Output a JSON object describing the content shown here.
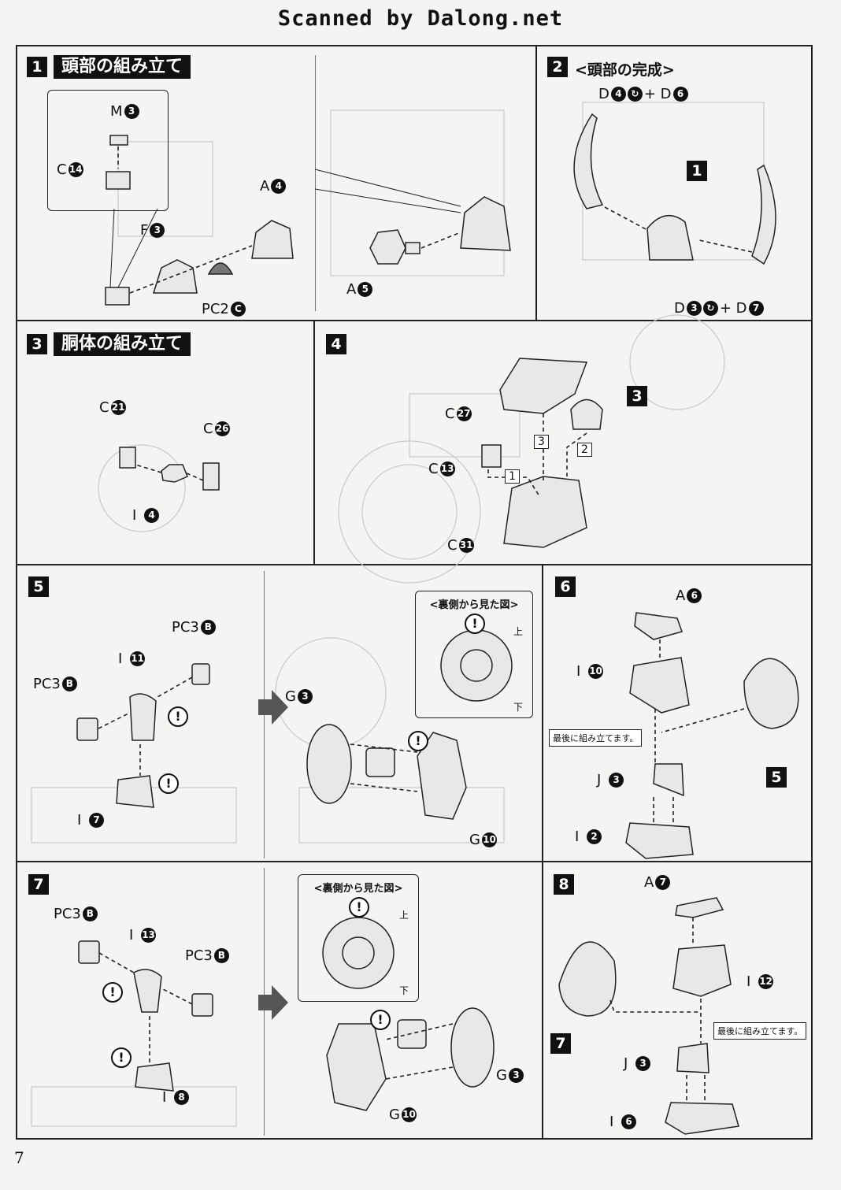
{
  "header": "Scanned by Dalong.net",
  "page_number": "7",
  "steps": {
    "s1": {
      "num": "1",
      "title": "頭部の組み立て"
    },
    "s2": {
      "num": "2",
      "title": "<頭部の完成>"
    },
    "s3": {
      "num": "3",
      "title": "胴体の組み立て"
    },
    "s4": {
      "num": "4"
    },
    "s5": {
      "num": "5"
    },
    "s6": {
      "num": "6"
    },
    "s7": {
      "num": "7"
    },
    "s8": {
      "num": "8"
    }
  },
  "back_view_title": "<裏側から見た図>",
  "top_label": "上",
  "bottom_label": "下",
  "assemble_last_note": "最後に組み立てます。",
  "warning_symbol": "!",
  "ref_labels": {
    "s2_head": "1",
    "s4_sub": "3",
    "s6_sub": "5",
    "s8_sub": "7",
    "s4_seq1": "1",
    "s4_seq2": "2",
    "s4_seq3": "3"
  },
  "parts": {
    "s1": [
      {
        "letter": "M",
        "num": "3"
      },
      {
        "letter": "C",
        "num": "14"
      },
      {
        "letter": "A",
        "num": "4"
      },
      {
        "letter": "F",
        "num": "3"
      },
      {
        "letter": "PC2",
        "num": "C"
      },
      {
        "letter": "A",
        "num": "5"
      }
    ],
    "s2": [
      {
        "letter": "D",
        "num": "4",
        "plus": "+ D",
        "num2": "6"
      },
      {
        "letter": "D",
        "num": "3",
        "plus": "+ D",
        "num2": "7"
      }
    ],
    "s3": [
      {
        "letter": "C",
        "num": "21"
      },
      {
        "letter": "C",
        "num": "26"
      },
      {
        "letter": "I",
        "num": "4"
      }
    ],
    "s4": [
      {
        "letter": "C",
        "num": "27"
      },
      {
        "letter": "C",
        "num": "13"
      },
      {
        "letter": "C",
        "num": "31"
      }
    ],
    "s5": [
      {
        "letter": "PC3",
        "num": "B"
      },
      {
        "letter": "I",
        "num": "11"
      },
      {
        "letter": "PC3",
        "num": "B"
      },
      {
        "letter": "I",
        "num": "7"
      },
      {
        "letter": "G",
        "num": "3"
      },
      {
        "letter": "G",
        "num": "10"
      }
    ],
    "s6": [
      {
        "letter": "A",
        "num": "6"
      },
      {
        "letter": "I",
        "num": "10"
      },
      {
        "letter": "J",
        "num": "3"
      },
      {
        "letter": "I",
        "num": "2"
      }
    ],
    "s7": [
      {
        "letter": "PC3",
        "num": "B"
      },
      {
        "letter": "I",
        "num": "13"
      },
      {
        "letter": "PC3",
        "num": "B"
      },
      {
        "letter": "I",
        "num": "8"
      },
      {
        "letter": "G",
        "num": "3"
      },
      {
        "letter": "G",
        "num": "10"
      }
    ],
    "s8": [
      {
        "letter": "A",
        "num": "7"
      },
      {
        "letter": "I",
        "num": "12"
      },
      {
        "letter": "J",
        "num": "3"
      },
      {
        "letter": "I",
        "num": "6"
      }
    ]
  }
}
